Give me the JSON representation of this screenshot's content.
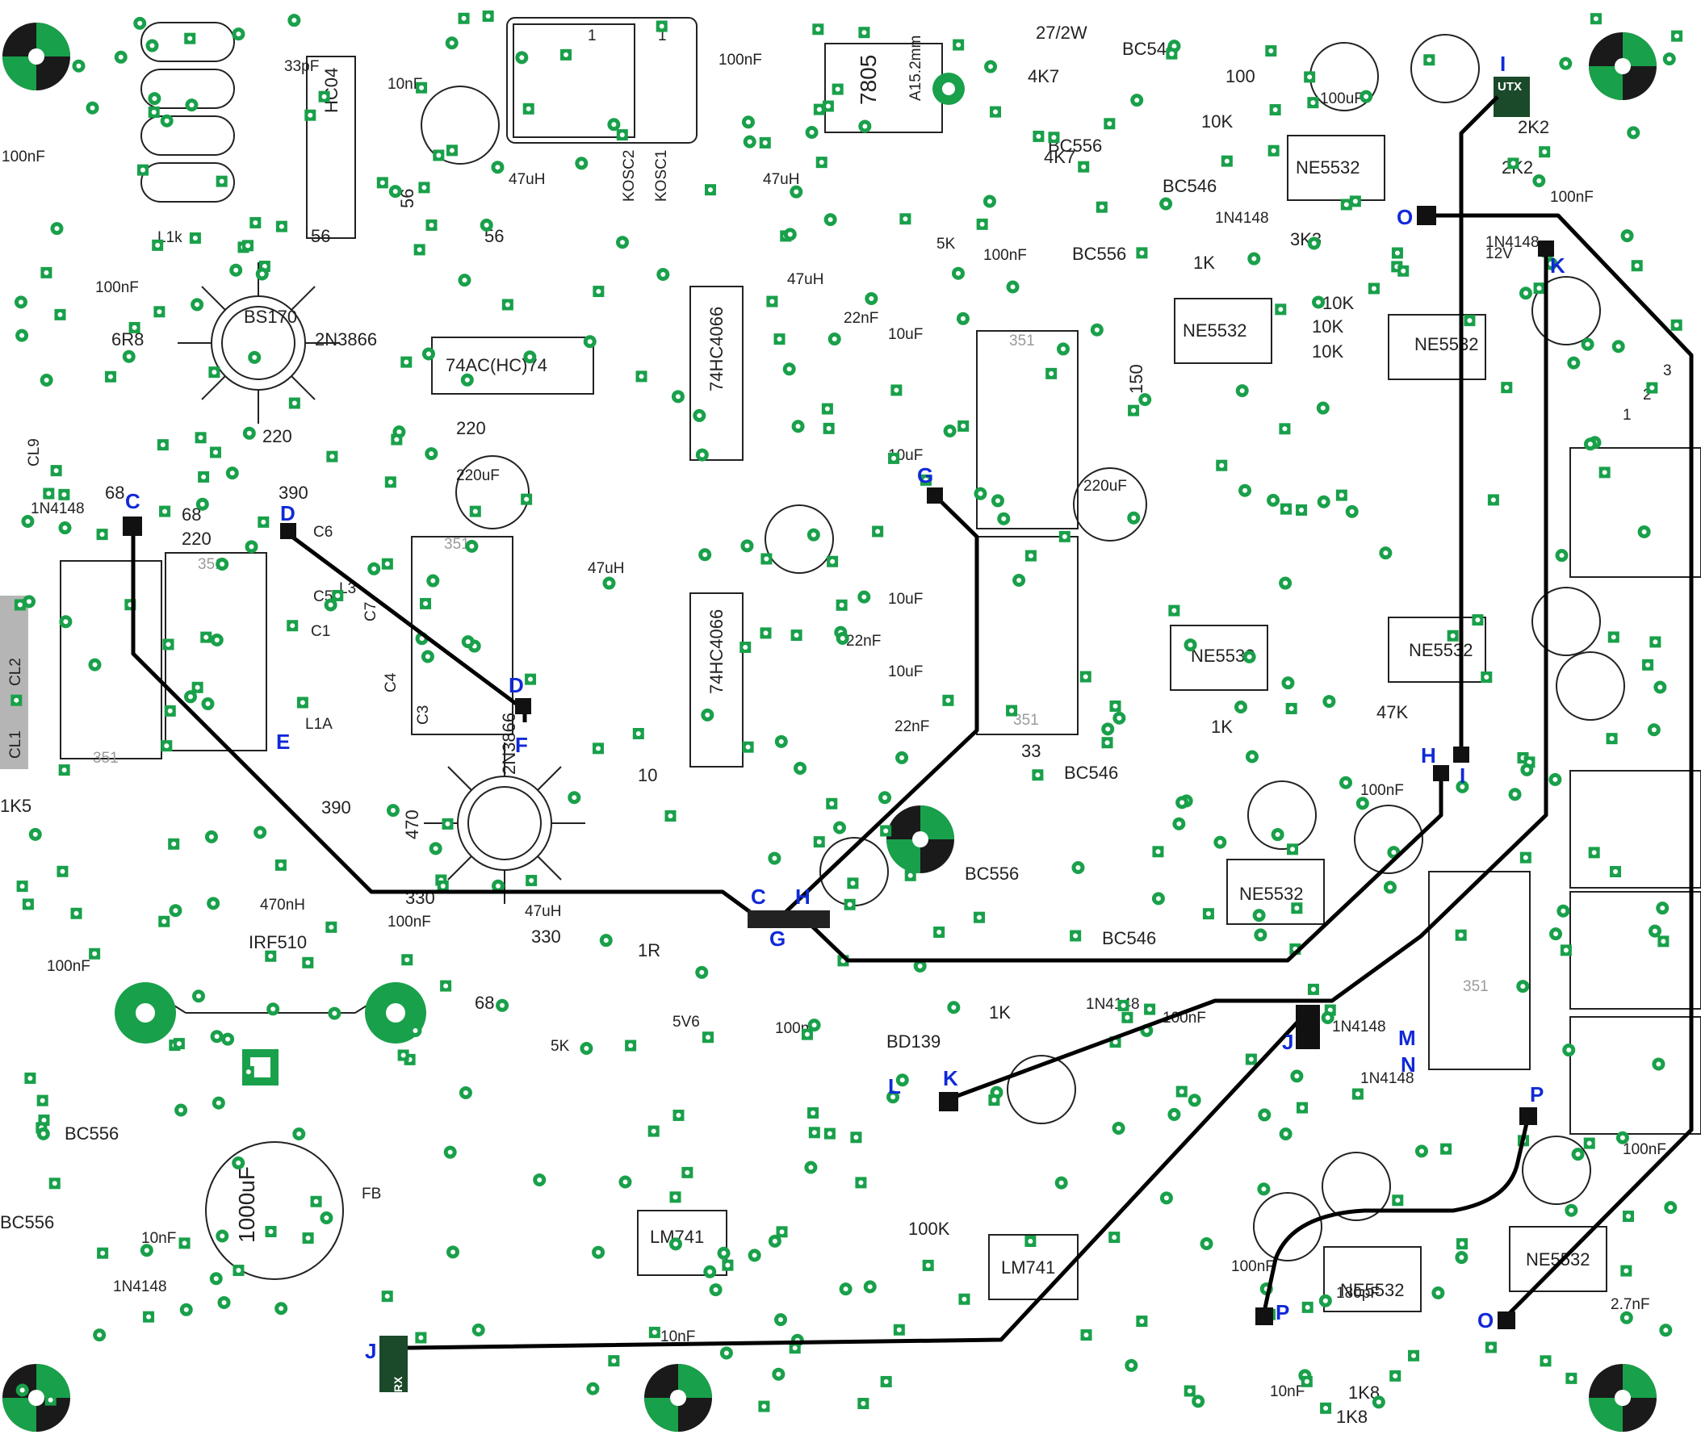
{
  "labels": {
    "ic_hc04": "HC04",
    "ic_74ac": "74AC(HC)74",
    "ic_4066_a": "74HC4066",
    "ic_4066_b": "74HC4066",
    "ic_ne5532_1": "NE5532",
    "ic_ne5532_2": "NE5532",
    "ic_ne5532_3": "NE5532",
    "ic_ne5532_4": "NE5532",
    "ic_ne5532_5": "NE5532",
    "ic_ne5532_6": "NE5532",
    "ic_ne5532_7": "NE5532",
    "ic_ne5532_8": "NE5532",
    "ic_lm741_1": "LM741",
    "ic_lm741_2": "LM741",
    "reg_7805": "7805",
    "reg_heatsink": "A15.2mm",
    "t_bs170": "BS170",
    "t_2n3866_a": "2N3866",
    "t_2n3866_b": "2N3866",
    "t_irf510": "IRF510",
    "t_bd139": "BD139",
    "t_bc546_1": "BC546",
    "t_bc546_2": "BC546",
    "t_bc546_3": "BC546",
    "t_bc546_4": "BC546",
    "t_bc556_1": "BC556",
    "t_bc556_2": "BC556",
    "t_bc556_3": "BC556",
    "t_bc556_4": "BC556",
    "t_bc556_5": "BC556",
    "r_27_2w": "27/2W",
    "r_4k7_a": "4K7",
    "r_4k7_b": "4K7",
    "r_100_a": "100",
    "r_10k_a": "10K",
    "r_2k2_a": "2K2",
    "r_2k2_b": "2K2",
    "r_3k3": "3K3",
    "r_1k_a": "1K",
    "r_10k_b": "10K",
    "r_10k_c": "10K",
    "r_10k_d": "10K",
    "r_47k": "47K",
    "r_1k_b": "1K",
    "r_1k8_a": "1K8",
    "r_1k8_b": "1K8",
    "r_56_a": "56",
    "r_56_b": "56",
    "r_56_c": "56",
    "r_6r8": "6R8",
    "r_220_a": "220",
    "r_220_b": "220",
    "r_220_c": "220",
    "r_68_a": "68",
    "r_68_b": "68",
    "r_68_c": "68",
    "r_390_a": "390",
    "r_390_b": "390",
    "r_330_a": "330",
    "r_330_b": "330",
    "r_470": "470",
    "r_1k5": "1K5",
    "r_100k": "100K",
    "r_1k_c": "1K",
    "c_100nf": "100nF",
    "c_10nf": "10nF",
    "c_22nf": "22nF",
    "c_33pf": "33pF",
    "c_100uf": "100uF",
    "c_220uf": "220uF",
    "c_10uf": "10uF",
    "c_1000uf": "1000uF",
    "c_180pf": "180pF",
    "c_2_7nf": "2.7nF",
    "l_47uh": "47uH",
    "l_470nh": "470nH",
    "l_1k": "L1k",
    "l_l1a": "L1A",
    "l_l3": "L3",
    "d_1n4148": "1N4148",
    "d_5v6": "5V6",
    "pot_5k": "5K",
    "fb": "FB",
    "kosc1": "KOSC1",
    "kosc2": "KOSC2",
    "relay_351": "351",
    "cl1": "CL1",
    "cl2": "CL2",
    "c1": "C1",
    "c3": "C3",
    "c4": "C4",
    "c5": "C5",
    "c6": "C6",
    "c7": "C7",
    "cl9": "CL9",
    "v12": "12V",
    "utx": "UTX",
    "rx": "RX",
    "xtal_1a": "1",
    "xtal_1b": "1",
    "r_1r": "1R",
    "r_33": "33",
    "r_10": "10",
    "r_150": "150",
    "pin_1": "1",
    "pin_2": "2",
    "pin_3": "3"
  },
  "points": {
    "C": "C",
    "D": "D",
    "E": "E",
    "F": "F",
    "G": "G",
    "H": "H",
    "I": "I",
    "J": "J",
    "K": "K",
    "L": "L",
    "M": "M",
    "N": "N",
    "O": "O",
    "P": "P"
  },
  "colors": {
    "copper": "#19a04a",
    "wire": "#000000",
    "label": "#1029d8",
    "silk": "#222222"
  }
}
